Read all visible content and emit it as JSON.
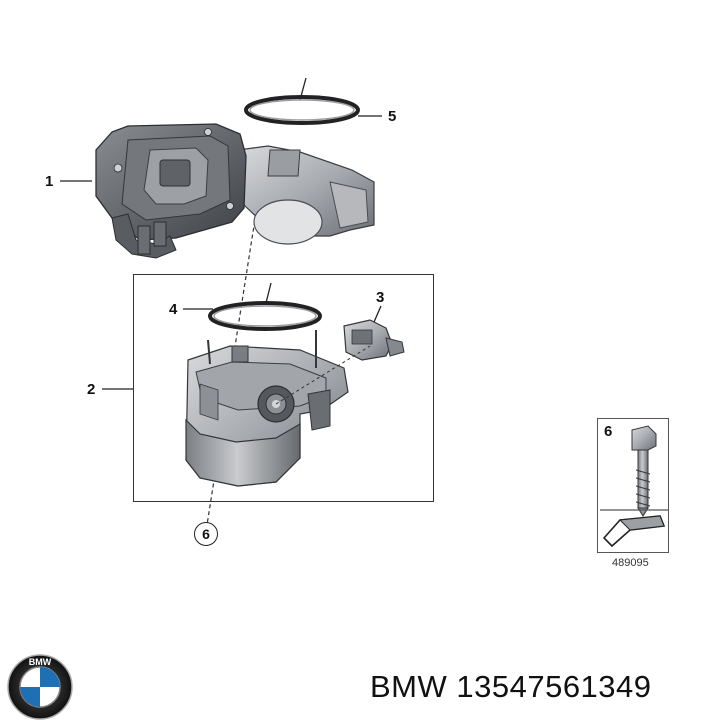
{
  "diagram": {
    "callouts": {
      "c1": "1",
      "c2": "2",
      "c3": "3",
      "c4": "4",
      "c5": "5",
      "c6": "6"
    },
    "detail": {
      "number": "6",
      "code": "489095"
    }
  },
  "footer": {
    "part_label": "BMW 13547561349",
    "logo_text": "BMW"
  }
}
